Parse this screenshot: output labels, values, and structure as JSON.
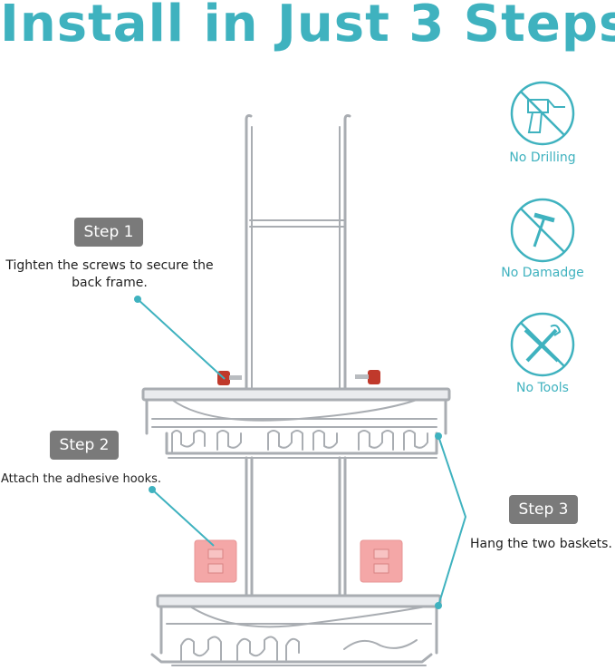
{
  "title": "Install in Just 3 Steps",
  "steps": [
    {
      "badge": "Step 1",
      "text_line1": "Tighten the screws to secure the",
      "text_line2": "back frame."
    },
    {
      "badge": "Step 2",
      "text": "Attach the adhesive hooks."
    },
    {
      "badge": "Step 3",
      "text": "Hang the two baskets."
    }
  ],
  "features": [
    {
      "icon": "no-drilling-icon",
      "label": "No Drilling"
    },
    {
      "icon": "no-damage-icon",
      "label": "No Damadge"
    },
    {
      "icon": "no-tools-icon",
      "label": "No Tools"
    }
  ],
  "colors": {
    "accent": "#3fb2bf",
    "badge": "#7a7a7a",
    "hook": "#f4a7a7",
    "screw": "#c0392b"
  }
}
